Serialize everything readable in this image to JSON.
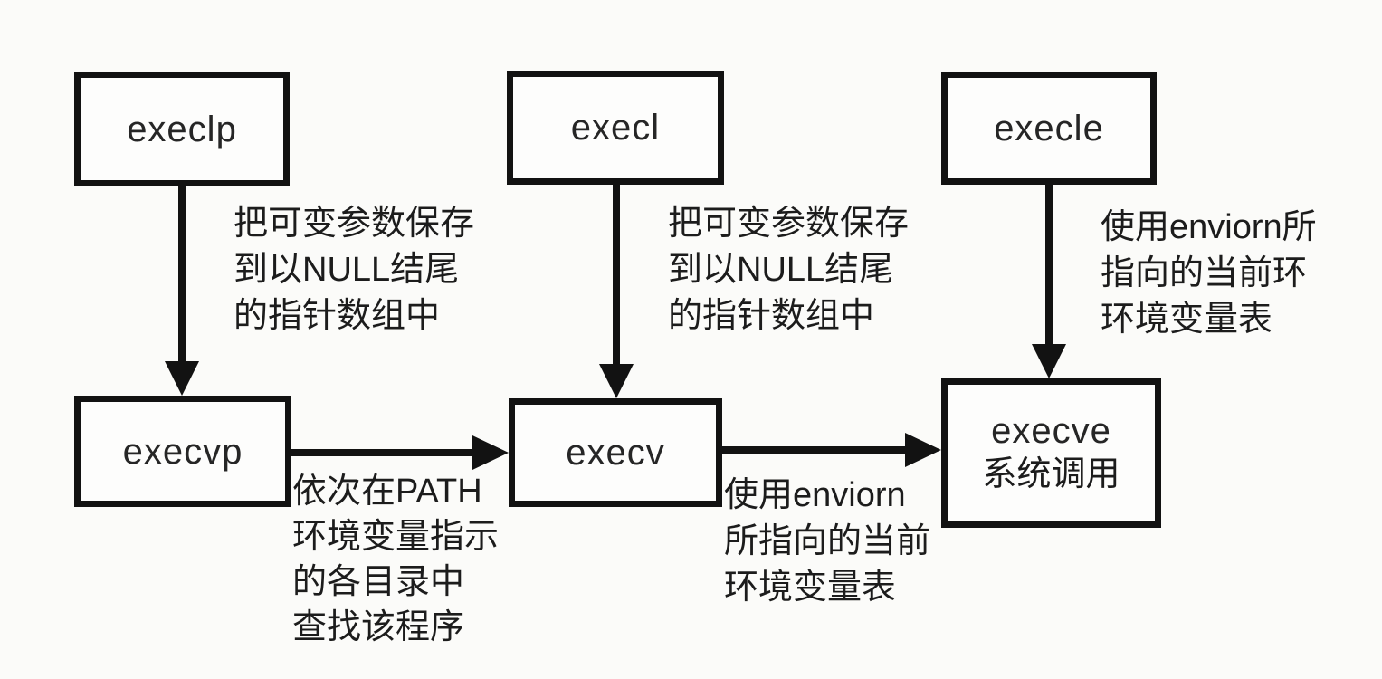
{
  "colors": {
    "background": "#fbfbf9",
    "ink": "#1c1c1c",
    "box_border": "#121212",
    "box_fill": "#fdfdfc"
  },
  "diagram": {
    "nodes": [
      {
        "id": "execlp",
        "label": "execlp"
      },
      {
        "id": "execl",
        "label": "execl"
      },
      {
        "id": "execle",
        "label": "execle"
      },
      {
        "id": "execvp",
        "label": "execvp"
      },
      {
        "id": "execv",
        "label": "execv"
      },
      {
        "id": "execve",
        "label": "execve",
        "sublabel": "系统调用"
      }
    ],
    "edges": [
      {
        "from": "execlp",
        "to": "execvp",
        "direction": "down"
      },
      {
        "from": "execl",
        "to": "execv",
        "direction": "down"
      },
      {
        "from": "execle",
        "to": "execve",
        "direction": "down"
      },
      {
        "from": "execvp",
        "to": "execv",
        "direction": "right"
      },
      {
        "from": "execv",
        "to": "execve",
        "direction": "right"
      }
    ],
    "annotations": [
      {
        "of_edge": "execlp-execvp",
        "lines": [
          "把可变参数保存",
          "到以NULL结尾",
          "的指针数组中"
        ]
      },
      {
        "of_edge": "execl-execv",
        "lines": [
          "把可变参数保存",
          "到以NULL结尾",
          "的指针数组中"
        ]
      },
      {
        "of_edge": "execle-execve",
        "lines": [
          "使用enviorn所",
          "指向的当前环",
          "环境变量表"
        ]
      },
      {
        "of_edge": "execvp-execv",
        "lines": [
          "依次在PATH",
          "环境变量指示",
          "的各目录中",
          "查找该程序"
        ]
      },
      {
        "of_edge": "execv-execve",
        "lines": [
          "使用enviorn",
          "所指向的当前",
          "环境变量表"
        ]
      }
    ]
  }
}
